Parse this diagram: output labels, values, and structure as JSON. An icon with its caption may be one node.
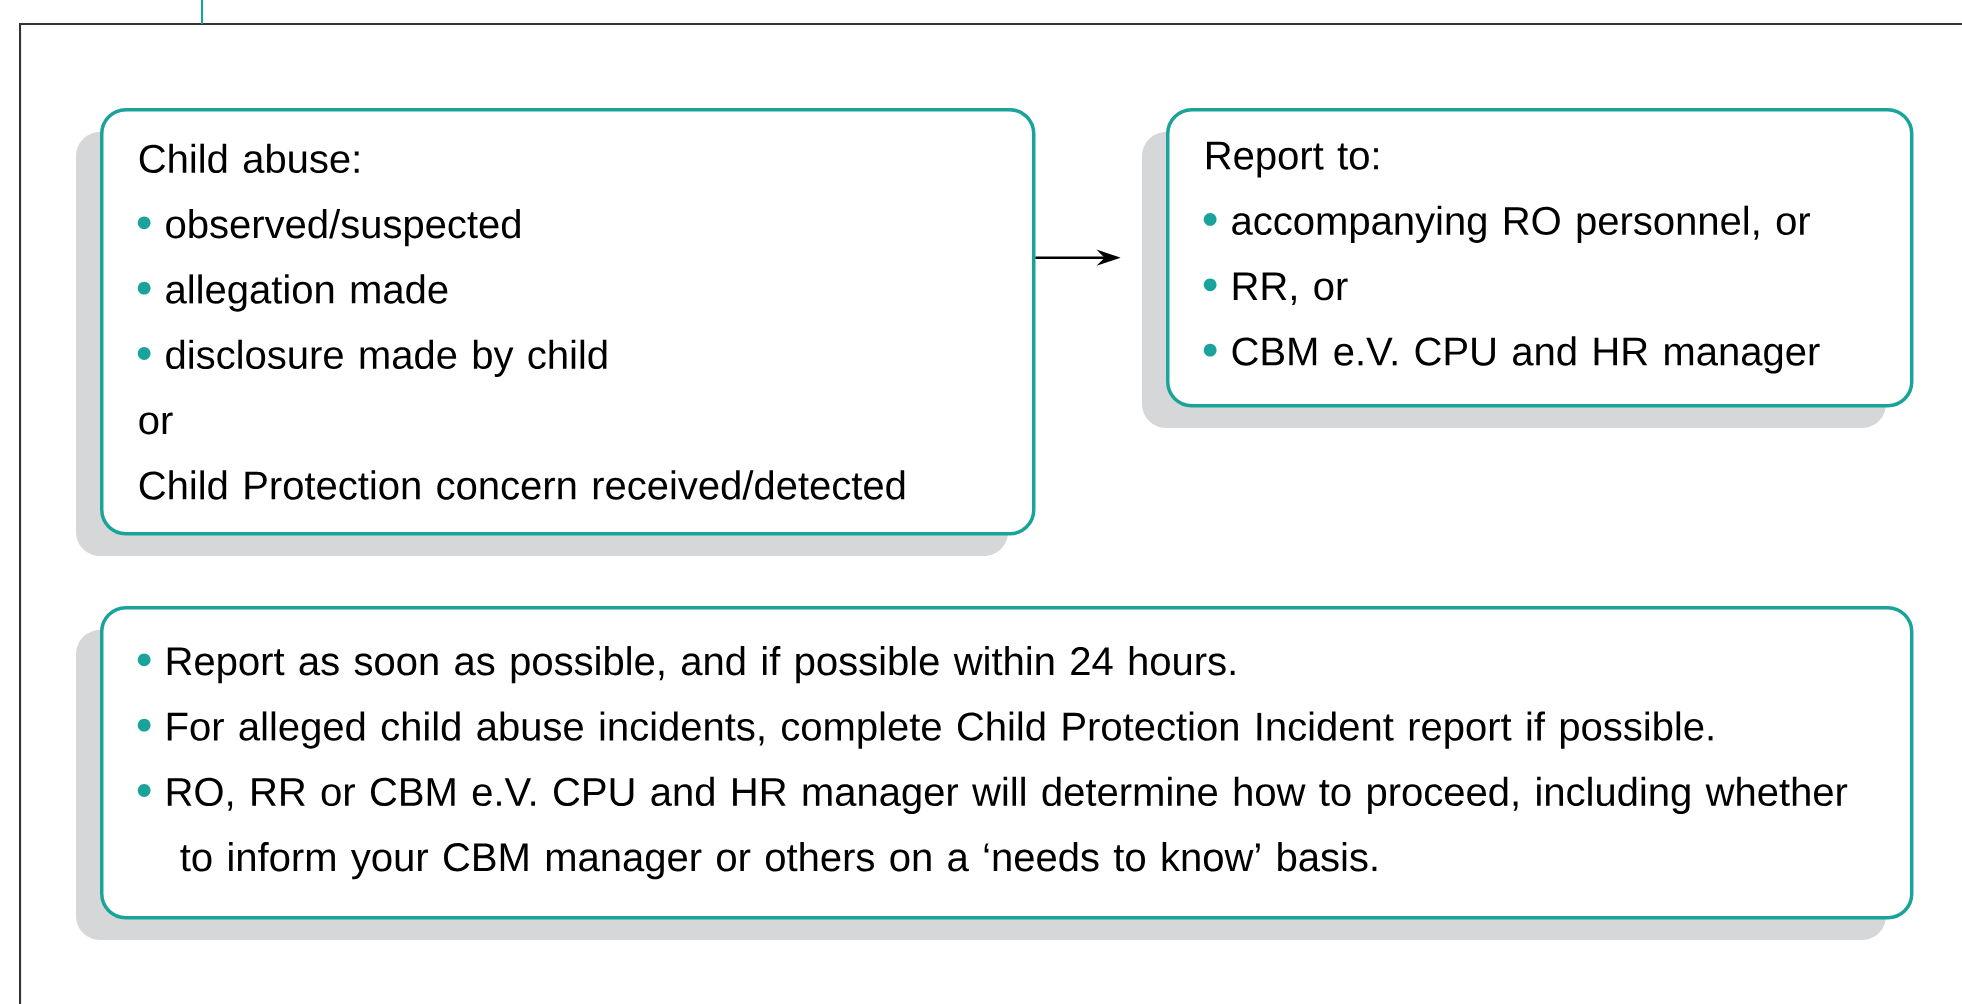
{
  "diagram": {
    "nodes": [
      {
        "text": [
          "Child abuse:",
          "observed/suspected",
          "allegation made",
          "disclosure made by child",
          "or",
          "Child Protection concern received/detected"
        ]
      },
      {
        "text": [
          "Report to:",
          "accompanying RO personnel, or",
          "RR, or",
          "CBM e.V. CPU and HR manager"
        ]
      },
      {
        "text": [
          "Report as soon as possible, and if possible within 24 hours.",
          "For alleged child abuse incidents, complete Child Protection Incident report if possible.",
          "RO, RR or CBM e.V. CPU and HR manager will determine how to proceed, including whether to inform your CBM manager or others on a ‘needs to know’ basis."
        ]
      }
    ],
    "edges": [
      {
        "from": 0,
        "to": 1,
        "arrow": "to"
      }
    ]
  }
}
